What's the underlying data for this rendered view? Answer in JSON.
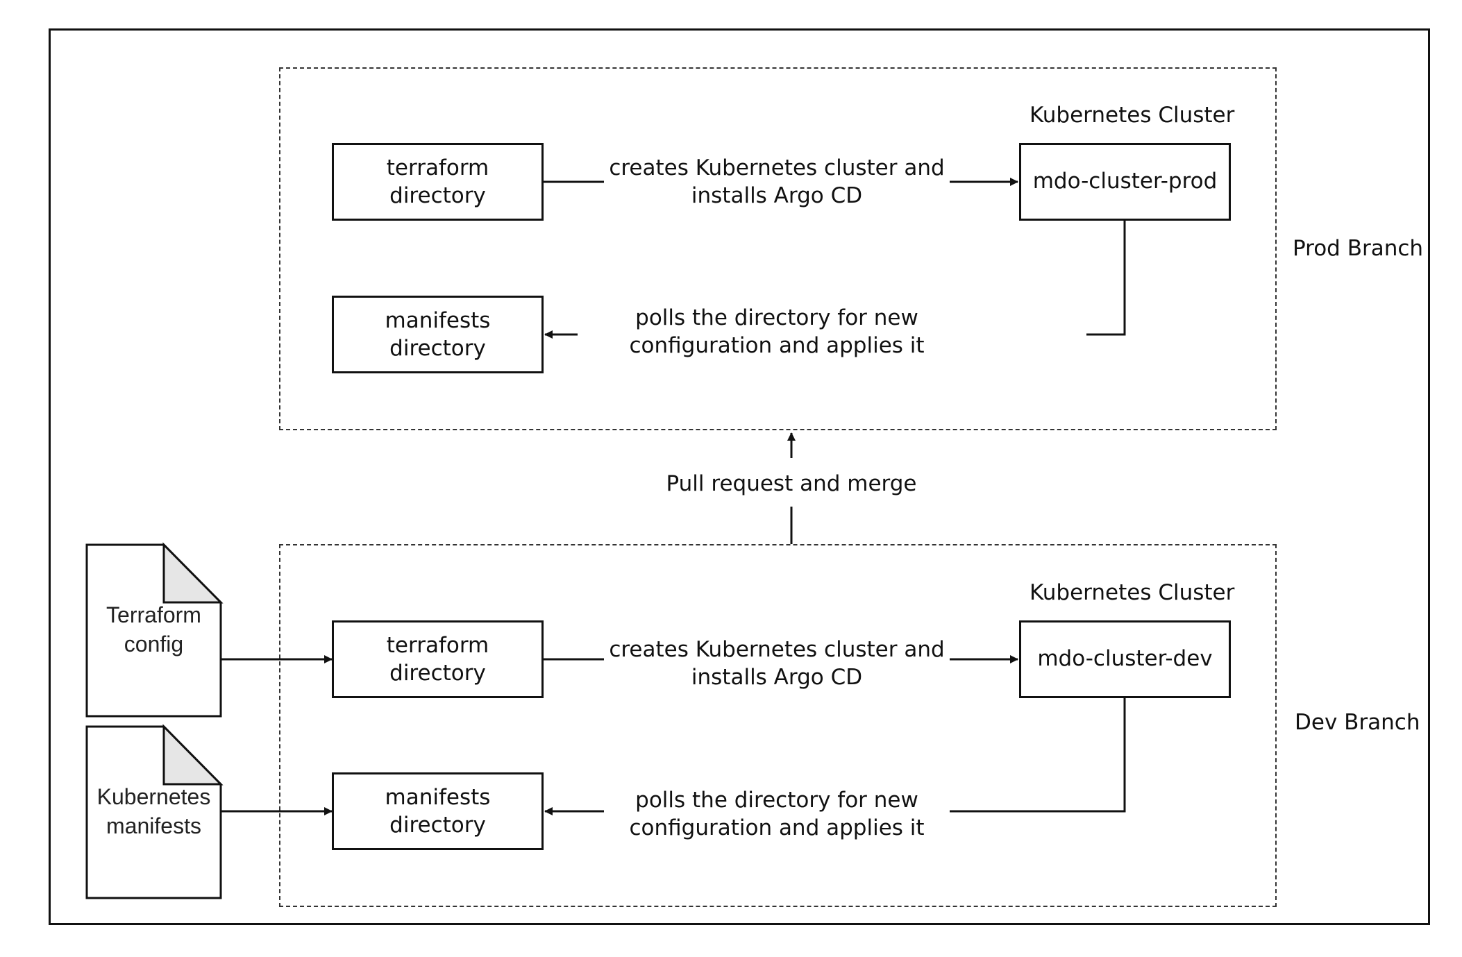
{
  "prod_branch": {
    "label": "Prod Branch",
    "cluster_caption": "Kubernetes Cluster",
    "terraform_node": "terraform\ndirectory",
    "manifests_node": "manifests\ndirectory",
    "cluster_node": "mdo-cluster-prod",
    "create_edge_label": "creates Kubernetes cluster and\ninstalls Argo CD",
    "poll_edge_label": "polls the directory for new\nconfiguration and applies it"
  },
  "merge_edge_label": "Pull request and merge",
  "dev_branch": {
    "label": "Dev Branch",
    "cluster_caption": "Kubernetes Cluster",
    "terraform_node": "terraform\ndirectory",
    "manifests_node": "manifests\ndirectory",
    "cluster_node": "mdo-cluster-dev",
    "create_edge_label": "creates Kubernetes cluster and\ninstalls Argo CD",
    "poll_edge_label": "polls the directory for new\nconfiguration and applies it"
  },
  "documents": {
    "terraform_config": "Terraform\nconfig",
    "kubernetes_manifests": "Kubernetes\nmanifests"
  }
}
